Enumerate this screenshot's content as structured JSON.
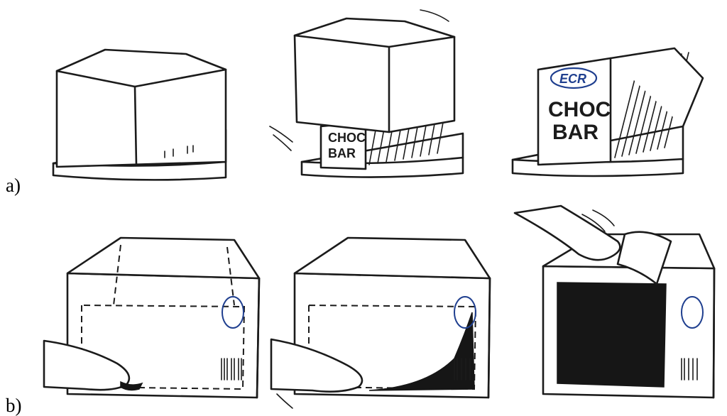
{
  "figure": {
    "row_labels": {
      "a": "a)",
      "b": "b)"
    },
    "packaging": {
      "brand_mark": "ECR",
      "product_text_line1": "CHOC",
      "product_text_line2": "BAR"
    },
    "colors": {
      "ink": "#1b1b1b",
      "background": "#ffffff",
      "logo_blue": "#1f3f8f"
    }
  }
}
